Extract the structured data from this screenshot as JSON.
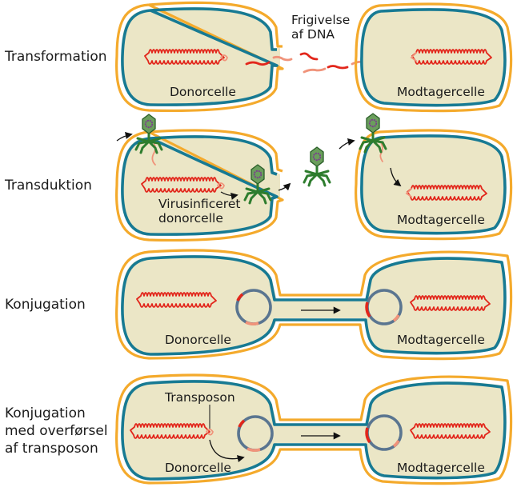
{
  "figure": {
    "rows": [
      {
        "label": "Transformation",
        "left_cell_label": "Donorcelle",
        "right_cell_label": "Modtagercelle",
        "annotation_line1": "Frigivelse",
        "annotation_line2": "af DNA"
      },
      {
        "label": "Transduktion",
        "left_cell_label_line1": "Virusinficeret",
        "left_cell_label_line2": "donorcelle",
        "right_cell_label": "Modtagercelle"
      },
      {
        "label": "Konjugation",
        "left_cell_label": "Donorcelle",
        "right_cell_label": "Modtagercelle"
      },
      {
        "label_line1": "Konjugation",
        "label_line2": "med overførsel",
        "label_line3": "af transposon",
        "left_cell_label": "Donorcelle",
        "right_cell_label": "Modtagercelle",
        "annotation": "Transposon"
      }
    ]
  },
  "colors": {
    "cell_wall_outer": "#f4aa2c",
    "cell_membrane": "#177a93",
    "cytoplasm": "#ebe6c6",
    "dna": "#e2261b",
    "transferred_dna": "#f0937a",
    "plasmid": "#5a7590",
    "phage": "#2e7d2e"
  }
}
